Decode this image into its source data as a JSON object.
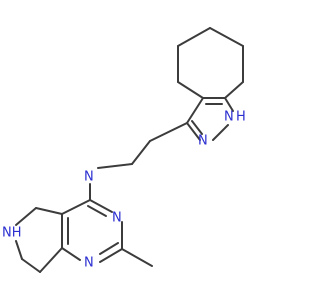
{
  "structure": {
    "atoms": {
      "n_amine": "N",
      "n_pyrazole": "N",
      "nh_pyrazole": "N",
      "h_pyrazole": "H",
      "nh_azepine": "NH",
      "n_pyrimidine_upper": "N",
      "n_pyrimidine_lower": "N"
    }
  }
}
